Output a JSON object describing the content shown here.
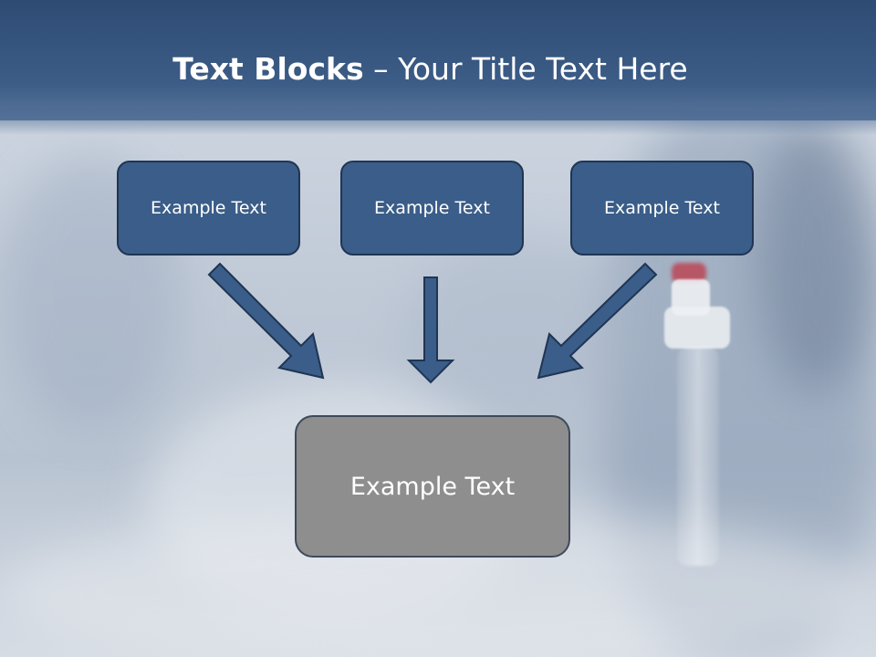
{
  "slide": {
    "title_bold": "Text Blocks",
    "title_separator": " – ",
    "title_rest": "Your Title Text Here"
  },
  "blocks": [
    {
      "label": "Example Text"
    },
    {
      "label": "Example Text"
    },
    {
      "label": "Example Text"
    }
  ],
  "result_block": {
    "label": "Example Text"
  },
  "colors": {
    "header": "#2e4b73",
    "block_fill": "#3a5d89",
    "block_border": "#1f3553",
    "result_fill": "#8e8e8e"
  }
}
